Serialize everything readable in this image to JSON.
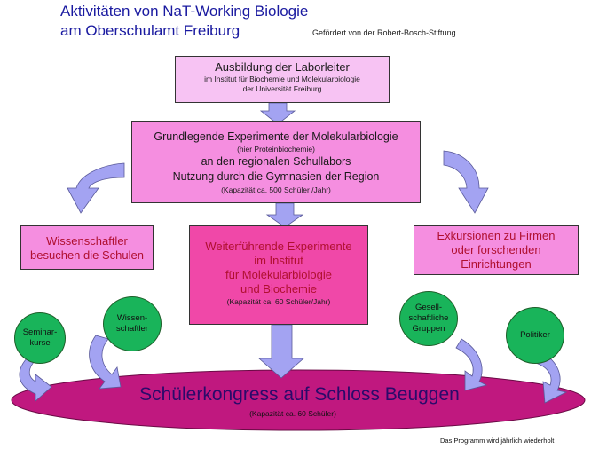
{
  "header": {
    "title_line1": "Aktivitäten von NaT-Working  Biologie",
    "title_line2": "am  Oberschulamt Freiburg",
    "sponsor": "Gefördert von der Robert-Bosch-Stiftung"
  },
  "boxes": {
    "training": {
      "title": "Ausbildung der Laborleiter",
      "sub1": "im Institut für Biochemie und Molekularbiologie",
      "sub2": "der Universität Freiburg"
    },
    "basic": {
      "line1": "Grundlegende Experimente der Molekularbiologie",
      "line2": "(hier  Proteinbiochemie)",
      "line3": "an den regionalen Schullabors",
      "line4": "Nutzung durch die Gymnasien der Region",
      "line5": "(Kapazität ca. 500 Schüler /Jahr)"
    },
    "scientists_visit": {
      "line1": "Wissenschaftler",
      "line2": "besuchen die Schulen"
    },
    "advanced": {
      "line1": "Weiterführende Experimente",
      "line2": "im Institut",
      "line3": "für Molekularbiologie",
      "line4": "und Biochemie",
      "line5": "(Kapazität ca. 60 Schüler/Jahr)"
    },
    "excursions": {
      "line1": "Exkursionen zu Firmen",
      "line2": "oder forschenden",
      "line3": "Einrichtungen"
    }
  },
  "circles": {
    "seminar": {
      "line1": "Seminar-",
      "line2": "kurse"
    },
    "scientists": {
      "line1": "Wissen-",
      "line2": "schaftler"
    },
    "groups": {
      "line1": "Gesell-",
      "line2": "schaftliche",
      "line3": "Gruppen"
    },
    "politicians": {
      "line1": "Politiker"
    }
  },
  "congress": {
    "title": "Schülerkongress auf Schloss Beuggen",
    "capacity": "(Kapazität ca. 60 Schüler)"
  },
  "footer": {
    "note": "Das Programm wird jährlich wiederholt"
  },
  "colors": {
    "title_blue": "#1a1aa0",
    "light_pink": "#f7c3f3",
    "mid_pink": "#f58ee0",
    "hot_pink": "#f048a8",
    "ellipse_magenta": "#c0187f",
    "arrow_lavender": "#a3a3f2",
    "circle_green": "#19b45a",
    "text_red": "#b01030"
  }
}
